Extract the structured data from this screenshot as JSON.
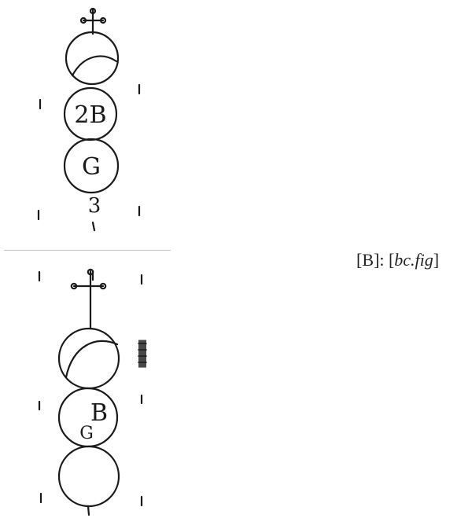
{
  "figure": {
    "top_panel": {
      "circle_labels": [
        "2B",
        "G"
      ],
      "below_label": "3"
    },
    "bottom_panel": {
      "circle_labels": [
        "B",
        "G"
      ]
    }
  },
  "caption": {
    "prefix": "[B]: [",
    "ref": "bc.fig",
    "suffix": "]"
  },
  "colors": {
    "ink": "#1a1a1a",
    "divider": "#c8c8c8"
  }
}
